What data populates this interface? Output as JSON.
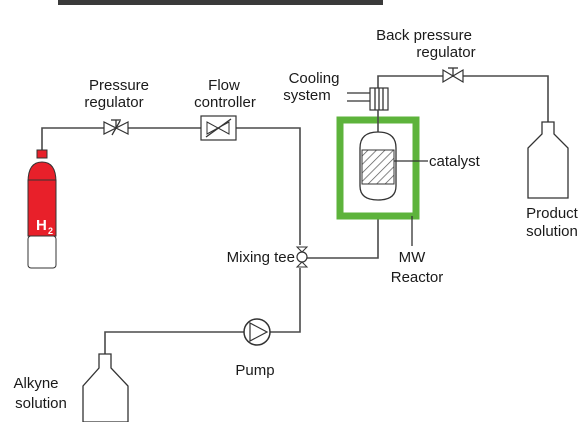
{
  "labels": {
    "back_pressure_regulator": [
      "Back pressure",
      "regulator"
    ],
    "pressure_regulator": [
      "Pressure",
      "regulator"
    ],
    "flow_controller": [
      "Flow",
      "controller"
    ],
    "cooling_system": [
      "Cooling",
      "system"
    ],
    "catalyst": "catalyst",
    "product_solution": [
      "Product",
      "solution"
    ],
    "mixing_tee": "Mixing tee",
    "mw_reactor": [
      "MW",
      "Reactor"
    ],
    "pump": "Pump",
    "alkyne_solution": [
      "Alkyne",
      "solution"
    ],
    "gas_symbol": "H",
    "gas_subscript": "2"
  },
  "colors": {
    "cylinder_red": "#e8202a",
    "reactor_green": "#5db33b",
    "line_gray": "#4a4a4a",
    "banner_dark": "#3a3a3a"
  }
}
